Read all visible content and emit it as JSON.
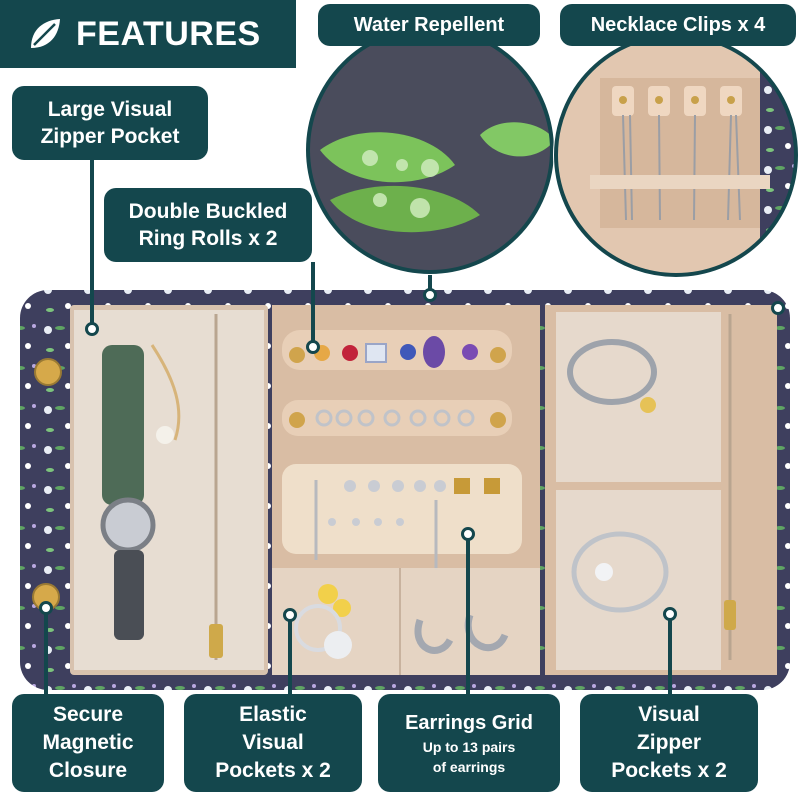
{
  "header": {
    "title": "FEATURES",
    "icon": "leaf-icon"
  },
  "callouts": {
    "water": [
      "Water Repellent"
    ],
    "necklace": [
      "Necklace Clips x 4"
    ],
    "zipper_large": [
      "Large Visual",
      "Zipper Pocket"
    ],
    "ring_rolls": [
      "Double Buckled",
      "Ring Rolls x 2"
    ],
    "magnetic": [
      "Secure",
      "Magnetic",
      "Closure"
    ],
    "elastic": [
      "Elastic",
      "Visual",
      "Pockets x 2"
    ],
    "earrings": {
      "title": "Earrings Grid",
      "sub": [
        "Up to 13 pairs",
        "of earrings"
      ]
    },
    "visual_zipper": [
      "Visual",
      "Zipper",
      "Pockets x 2"
    ]
  },
  "colors": {
    "teal": "#14474d",
    "fabric": "#3e3f5e",
    "lining": "#d9bda4",
    "mesh": "#e8dcd0"
  }
}
